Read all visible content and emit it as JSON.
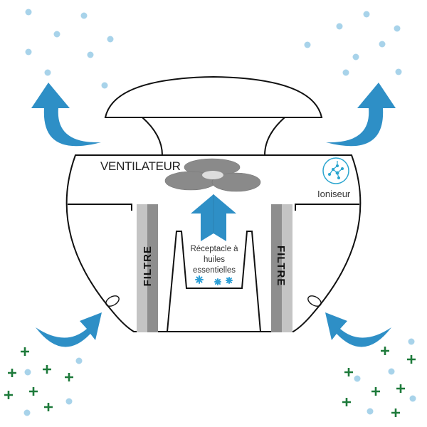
{
  "labels": {
    "fan": "VENTILATEUR",
    "ionizer": "Ioniseur",
    "receptacle": "Réceptacle à huiles essentielles",
    "filter_left": "FILTRE",
    "filter_right": "FILTRE"
  },
  "icons": {
    "ionizer": "network-nodes-icon",
    "airflow": "curved-arrow-icon",
    "oil": "snowflake-drops-icon"
  },
  "colors": {
    "arrow_blue": "#2e8fc6",
    "particle_blue": "#a8d3ea",
    "particle_green": "#1d7a3a",
    "fan_gray": "#8a8a8a",
    "filter_dark": "#8e8e8e",
    "filter_light": "#c4c4c4"
  }
}
